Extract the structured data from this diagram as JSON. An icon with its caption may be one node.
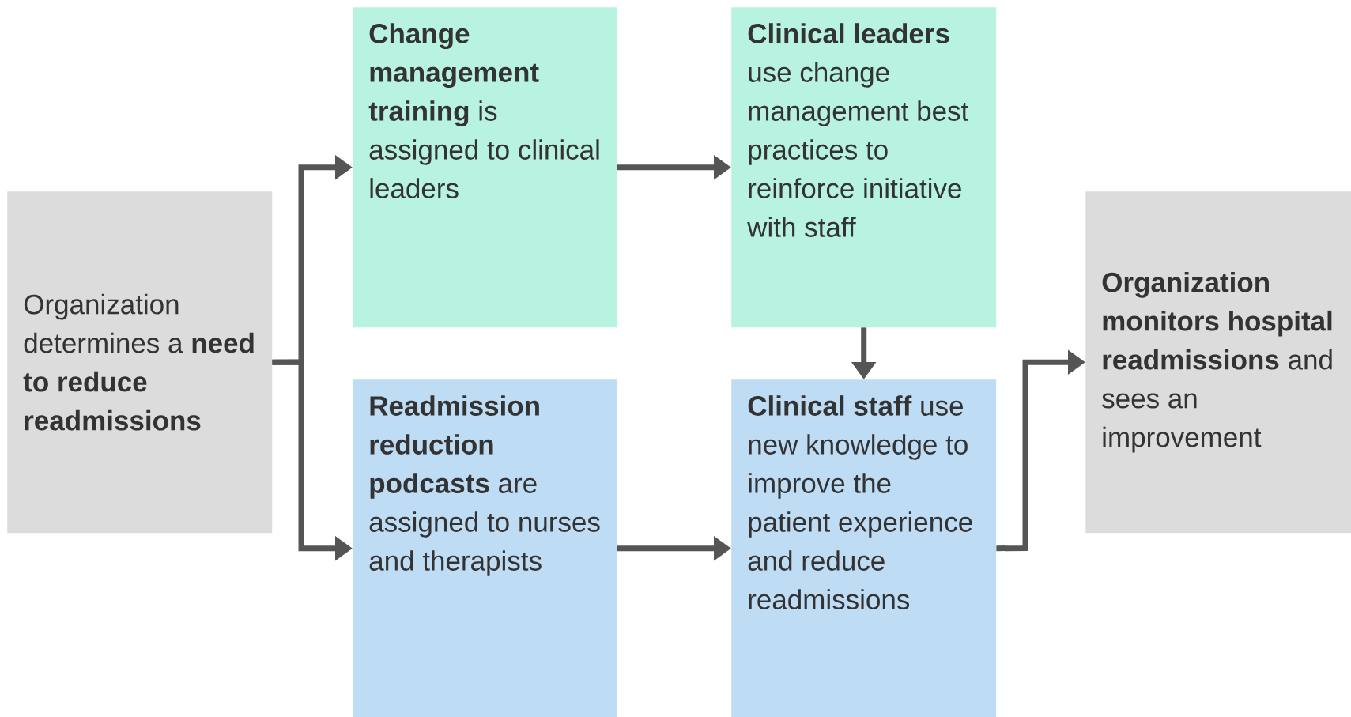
{
  "diagram": {
    "nodes": [
      {
        "text": [
          "Organization determines a **need to reduce readmissions**"
        ]
      },
      {
        "text": [
          "**Change management training** is assigned to clinical leaders"
        ]
      },
      {
        "text": [
          "**Clinical leaders** use change management best practices to reinforce initiative with staff"
        ]
      },
      {
        "text": [
          "**Readmission reduction podcasts** are assigned to nurses and therapists"
        ]
      },
      {
        "text": [
          "**Clinical staff** use new knowledge to improve the patient experience and reduce readmissions"
        ]
      },
      {
        "text": [
          "**Organization monitors hospital readmissions** and sees an improvement"
        ]
      }
    ],
    "edges": [
      {
        "from": 0,
        "to": 1,
        "arrow": "to"
      },
      {
        "from": 0,
        "to": 3,
        "arrow": "to"
      },
      {
        "from": 1,
        "to": 2,
        "arrow": "to"
      },
      {
        "from": 2,
        "to": 4,
        "arrow": "to"
      },
      {
        "from": 3,
        "to": 4,
        "arrow": "to"
      },
      {
        "from": 4,
        "to": 5,
        "arrow": "to"
      }
    ]
  }
}
